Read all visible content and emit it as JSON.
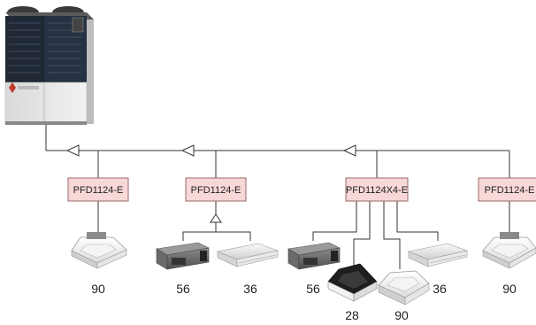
{
  "diagram": {
    "outdoor_unit": {
      "icon": "outdoor-unit-icon"
    },
    "branch_boxes": [
      {
        "label": "PFD1124-E"
      },
      {
        "label": "PFD1124-E"
      },
      {
        "label": "PFD1124X4-E"
      },
      {
        "label": "PFD1124-E"
      }
    ],
    "indoor_units": [
      {
        "type": "ceiling-cassette-white",
        "capacity": "90"
      },
      {
        "type": "ducted-unit-grey",
        "capacity": "56"
      },
      {
        "type": "ceiling-suspended",
        "capacity": "36"
      },
      {
        "type": "ducted-unit-grey",
        "capacity": "56"
      },
      {
        "type": "ceiling-cassette-black",
        "capacity": "28"
      },
      {
        "type": "ceiling-cassette-white",
        "capacity": "90"
      },
      {
        "type": "ceiling-suspended",
        "capacity": "36"
      },
      {
        "type": "ceiling-cassette-white",
        "capacity": "90"
      }
    ],
    "colors": {
      "box_fill": "#f8d7d7",
      "box_stroke": "#9b6a6a",
      "line": "#333333"
    }
  }
}
